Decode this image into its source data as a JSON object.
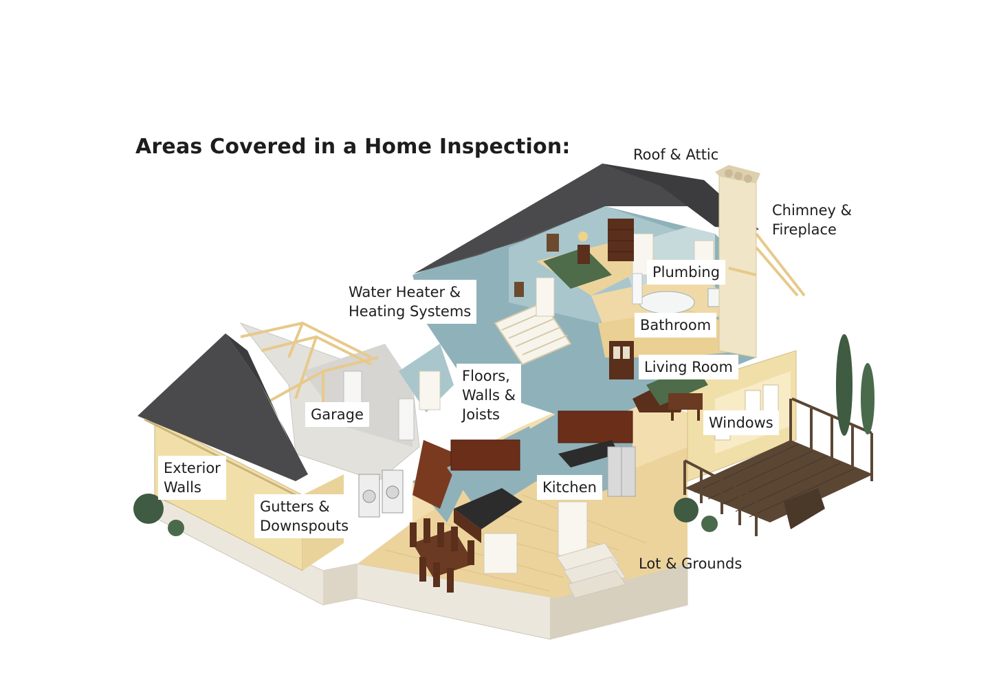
{
  "title": "Areas Covered in a Home Inspection:",
  "labels": {
    "roof_attic": "Roof & Attic",
    "chimney_fireplace": [
      "Chimney &",
      "Fireplace"
    ],
    "plumbing": "Plumbing",
    "water_heater": [
      "Water Heater &",
      "Heating Systems"
    ],
    "bathroom": "Bathroom",
    "living_room": "Living Room",
    "floors_walls_joists": [
      "Floors,",
      "Walls &",
      "Joists"
    ],
    "garage": "Garage",
    "windows": "Windows",
    "exterior_walls": [
      "Exterior",
      "Walls"
    ],
    "gutters_downspouts": [
      "Gutters &",
      "Downspouts"
    ],
    "kitchen": "Kitchen",
    "lot_grounds": "Lot & Grounds"
  },
  "colors": {
    "roof": "#4a4a4c",
    "wall_blue": "#8fb1ba",
    "wall_cream": "#f1dfa9",
    "floor_wood": "#ecd39c",
    "furniture": "#5a2f1b",
    "deck": "#5b4634",
    "shrub": "#3f5b41",
    "foundation": "#ece7dd"
  }
}
